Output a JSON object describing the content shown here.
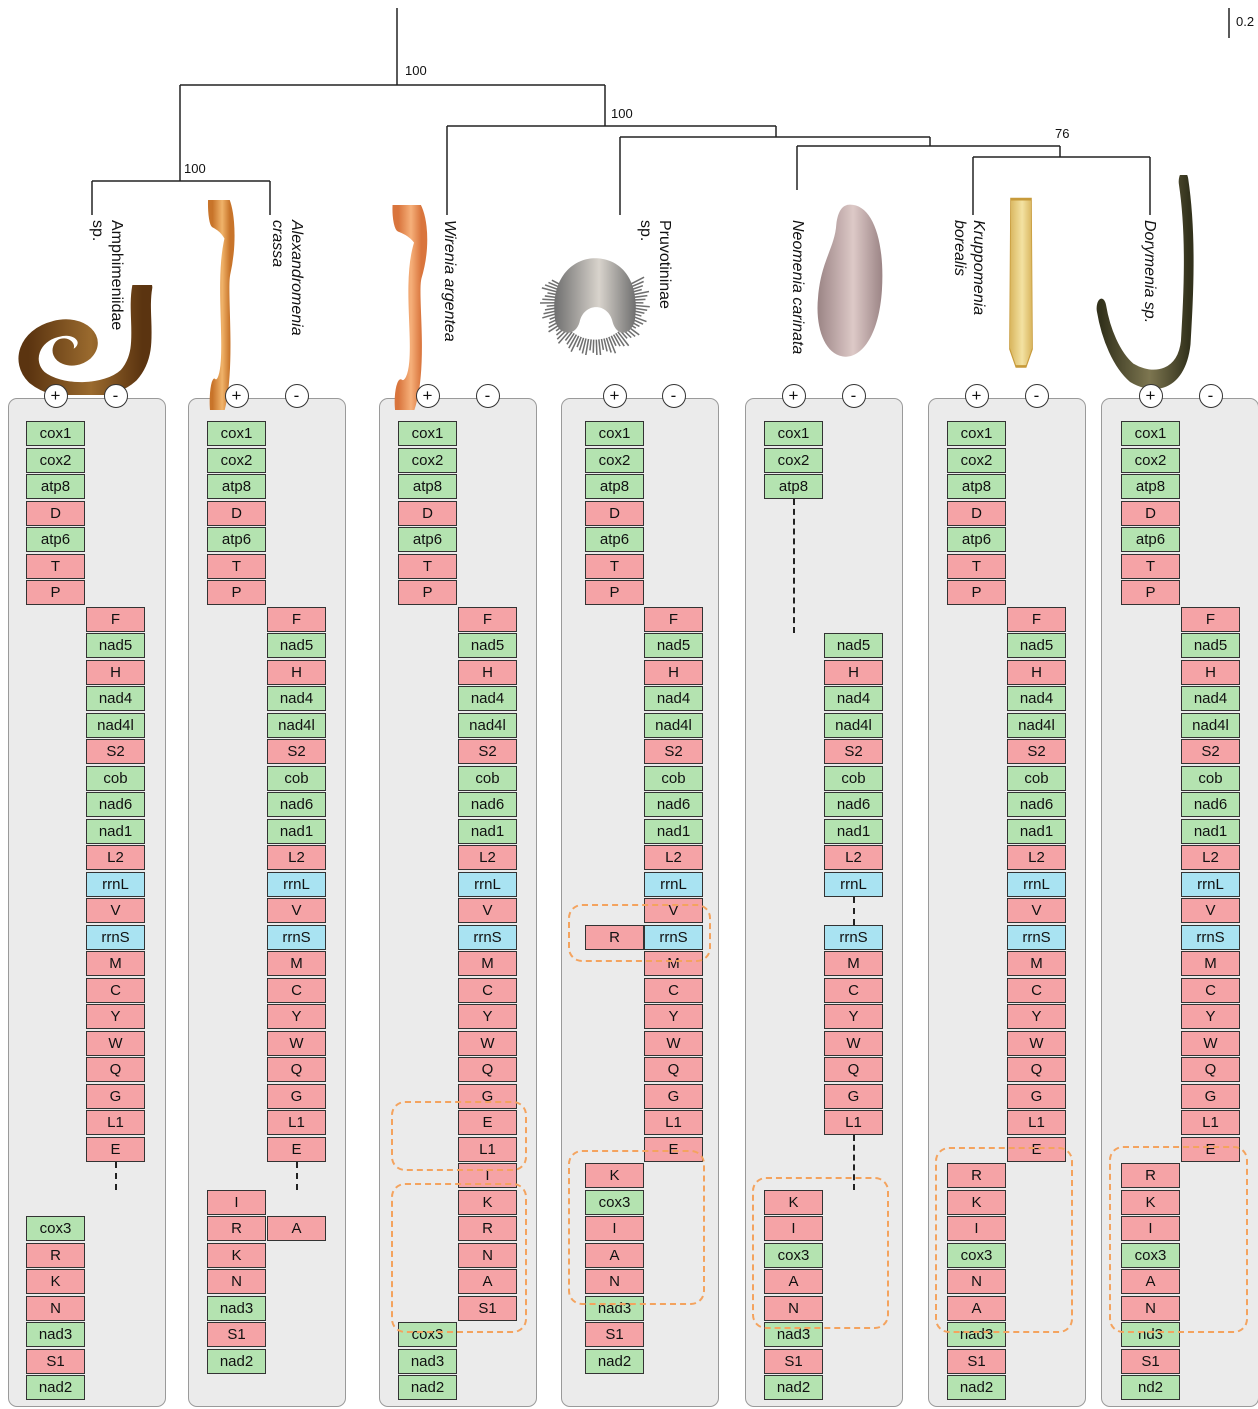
{
  "colors": {
    "protein_coding": "#b4e3b0",
    "trna": "#f5a3a6",
    "rrna": "#a9e3f2",
    "highlight": "#f4a35e",
    "panel": "#ebebeb"
  },
  "scale_bar": "0.2",
  "bootstrap": {
    "root": "100",
    "basal": "100",
    "inner": "100",
    "pair": "76"
  },
  "strand_symbols": {
    "plus": "+",
    "minus": "-"
  },
  "taxa": [
    {
      "lines": [
        "Amphimeniidae",
        "sp."
      ],
      "italic": false,
      "columns": [
        [
          "cox1",
          "cox2",
          "atp8",
          "D",
          "atp6",
          "T",
          "P",
          null,
          null,
          null,
          null,
          null,
          null,
          null,
          null,
          null,
          null,
          null,
          null,
          null,
          null,
          null,
          null,
          null,
          null,
          null,
          null,
          null,
          null,
          null,
          "cox3",
          "R",
          "K",
          "N",
          "nad3",
          "S1",
          "nad2"
        ],
        [
          null,
          null,
          null,
          null,
          null,
          null,
          null,
          "F",
          "nad5",
          "H",
          "nad4",
          "nad4l",
          "S2",
          "cob",
          "nad6",
          "nad1",
          "L2",
          "rrnL",
          "V",
          "rrnS",
          "M",
          "C",
          "Y",
          "W",
          "Q",
          "G",
          "L1",
          "E"
        ]
      ]
    },
    {
      "lines": [
        "Alexandromenia",
        "crassa"
      ],
      "italic": true,
      "columns": [
        [
          "cox1",
          "cox2",
          "atp8",
          "D",
          "atp6",
          "T",
          "P",
          null,
          null,
          null,
          null,
          null,
          null,
          null,
          null,
          null,
          null,
          null,
          null,
          null,
          null,
          null,
          null,
          null,
          null,
          null,
          null,
          null,
          null,
          "I",
          "R",
          "K",
          "N",
          "nad3",
          "S1",
          "nad2"
        ],
        [
          null,
          null,
          null,
          null,
          null,
          null,
          null,
          "F",
          "nad5",
          "H",
          "nad4",
          "nad4l",
          "S2",
          "cob",
          "nad6",
          "nad1",
          "L2",
          "rrnL",
          "V",
          "rrnS",
          "M",
          "C",
          "Y",
          "W",
          "Q",
          "G",
          "L1",
          "E",
          null,
          null,
          "A"
        ]
      ]
    },
    {
      "lines": [
        "Wirenia argentea"
      ],
      "italic": true,
      "columns": [
        [
          "cox1",
          "cox2",
          "atp8",
          "D",
          "atp6",
          "T",
          "P",
          null,
          null,
          null,
          null,
          null,
          null,
          null,
          null,
          null,
          null,
          null,
          null,
          null,
          null,
          null,
          null,
          null,
          null,
          null,
          null,
          null,
          null,
          null,
          null,
          null,
          null,
          null,
          "cox3",
          "nad3",
          "nad2"
        ],
        [
          null,
          null,
          null,
          null,
          null,
          null,
          null,
          "F",
          "nad5",
          "H",
          "nad4",
          "nad4l",
          "S2",
          "cob",
          "nad6",
          "nad1",
          "L2",
          "rrnL",
          "V",
          "rrnS",
          "M",
          "C",
          "Y",
          "W",
          "Q",
          "G",
          "E",
          "L1",
          "I",
          "K",
          "R",
          "N",
          "A",
          "S1"
        ]
      ]
    },
    {
      "lines": [
        "Pruvotininae",
        "sp."
      ],
      "italic": false,
      "columns": [
        [
          "cox1",
          "cox2",
          "atp8",
          "D",
          "atp6",
          "T",
          "P",
          null,
          null,
          null,
          null,
          null,
          null,
          null,
          null,
          null,
          null,
          null,
          null,
          "R",
          null,
          null,
          null,
          null,
          null,
          null,
          null,
          null,
          "K",
          "cox3",
          "I",
          "A",
          "N",
          "nad3",
          "S1",
          "nad2"
        ],
        [
          null,
          null,
          null,
          null,
          null,
          null,
          null,
          "F",
          "nad5",
          "H",
          "nad4",
          "nad4l",
          "S2",
          "cob",
          "nad6",
          "nad1",
          "L2",
          "rrnL",
          "V",
          "rrnS",
          "M",
          "C",
          "Y",
          "W",
          "Q",
          "G",
          "L1",
          "E"
        ]
      ]
    },
    {
      "lines": [
        "Neomenia carinata"
      ],
      "italic": true,
      "columns": [
        [
          "cox1",
          "cox2",
          "atp8",
          null,
          null,
          null,
          null,
          null,
          null,
          null,
          null,
          null,
          null,
          null,
          null,
          null,
          null,
          null,
          null,
          null,
          null,
          null,
          null,
          null,
          null,
          null,
          null,
          null,
          null,
          "K",
          "I",
          "cox3",
          "A",
          "N",
          "nad3",
          "S1",
          "nad2"
        ],
        [
          null,
          null,
          null,
          null,
          null,
          null,
          null,
          null,
          "nad5",
          "H",
          "nad4",
          "nad4l",
          "S2",
          "cob",
          "nad6",
          "nad1",
          "L2",
          "rrnL",
          null,
          "rrnS",
          "M",
          "C",
          "Y",
          "W",
          "Q",
          "G",
          "L1"
        ]
      ]
    },
    {
      "lines": [
        "Kruppomenia",
        "borealis"
      ],
      "italic": true,
      "columns": [
        [
          "cox1",
          "cox2",
          "atp8",
          "D",
          "atp6",
          "T",
          "P",
          null,
          null,
          null,
          null,
          null,
          null,
          null,
          null,
          null,
          null,
          null,
          null,
          null,
          null,
          null,
          null,
          null,
          null,
          null,
          null,
          null,
          "R",
          "K",
          "I",
          "cox3",
          "N",
          "A",
          "nad3",
          "S1",
          "nad2"
        ],
        [
          null,
          null,
          null,
          null,
          null,
          null,
          null,
          "F",
          "nad5",
          "H",
          "nad4",
          "nad4l",
          "S2",
          "cob",
          "nad6",
          "nad1",
          "L2",
          "rrnL",
          "V",
          "rrnS",
          "M",
          "C",
          "Y",
          "W",
          "Q",
          "G",
          "L1",
          "E"
        ]
      ]
    },
    {
      "lines": [
        "Dorymenia sp."
      ],
      "italic": true,
      "columns": [
        [
          "cox1",
          "cox2",
          "atp8",
          "D",
          "atp6",
          "T",
          "P",
          null,
          null,
          null,
          null,
          null,
          null,
          null,
          null,
          null,
          null,
          null,
          null,
          null,
          null,
          null,
          null,
          null,
          null,
          null,
          null,
          null,
          "R",
          "K",
          "I",
          "cox3",
          "A",
          "N",
          "nd3",
          "S1",
          "nd2"
        ],
        [
          null,
          null,
          null,
          null,
          null,
          null,
          null,
          "F",
          "nad5",
          "H",
          "nad4",
          "nad4l",
          "S2",
          "cob",
          "nad6",
          "nad1",
          "L2",
          "rrnL",
          "V",
          "rrnS",
          "M",
          "C",
          "Y",
          "W",
          "Q",
          "G",
          "L1",
          "E"
        ]
      ]
    }
  ]
}
